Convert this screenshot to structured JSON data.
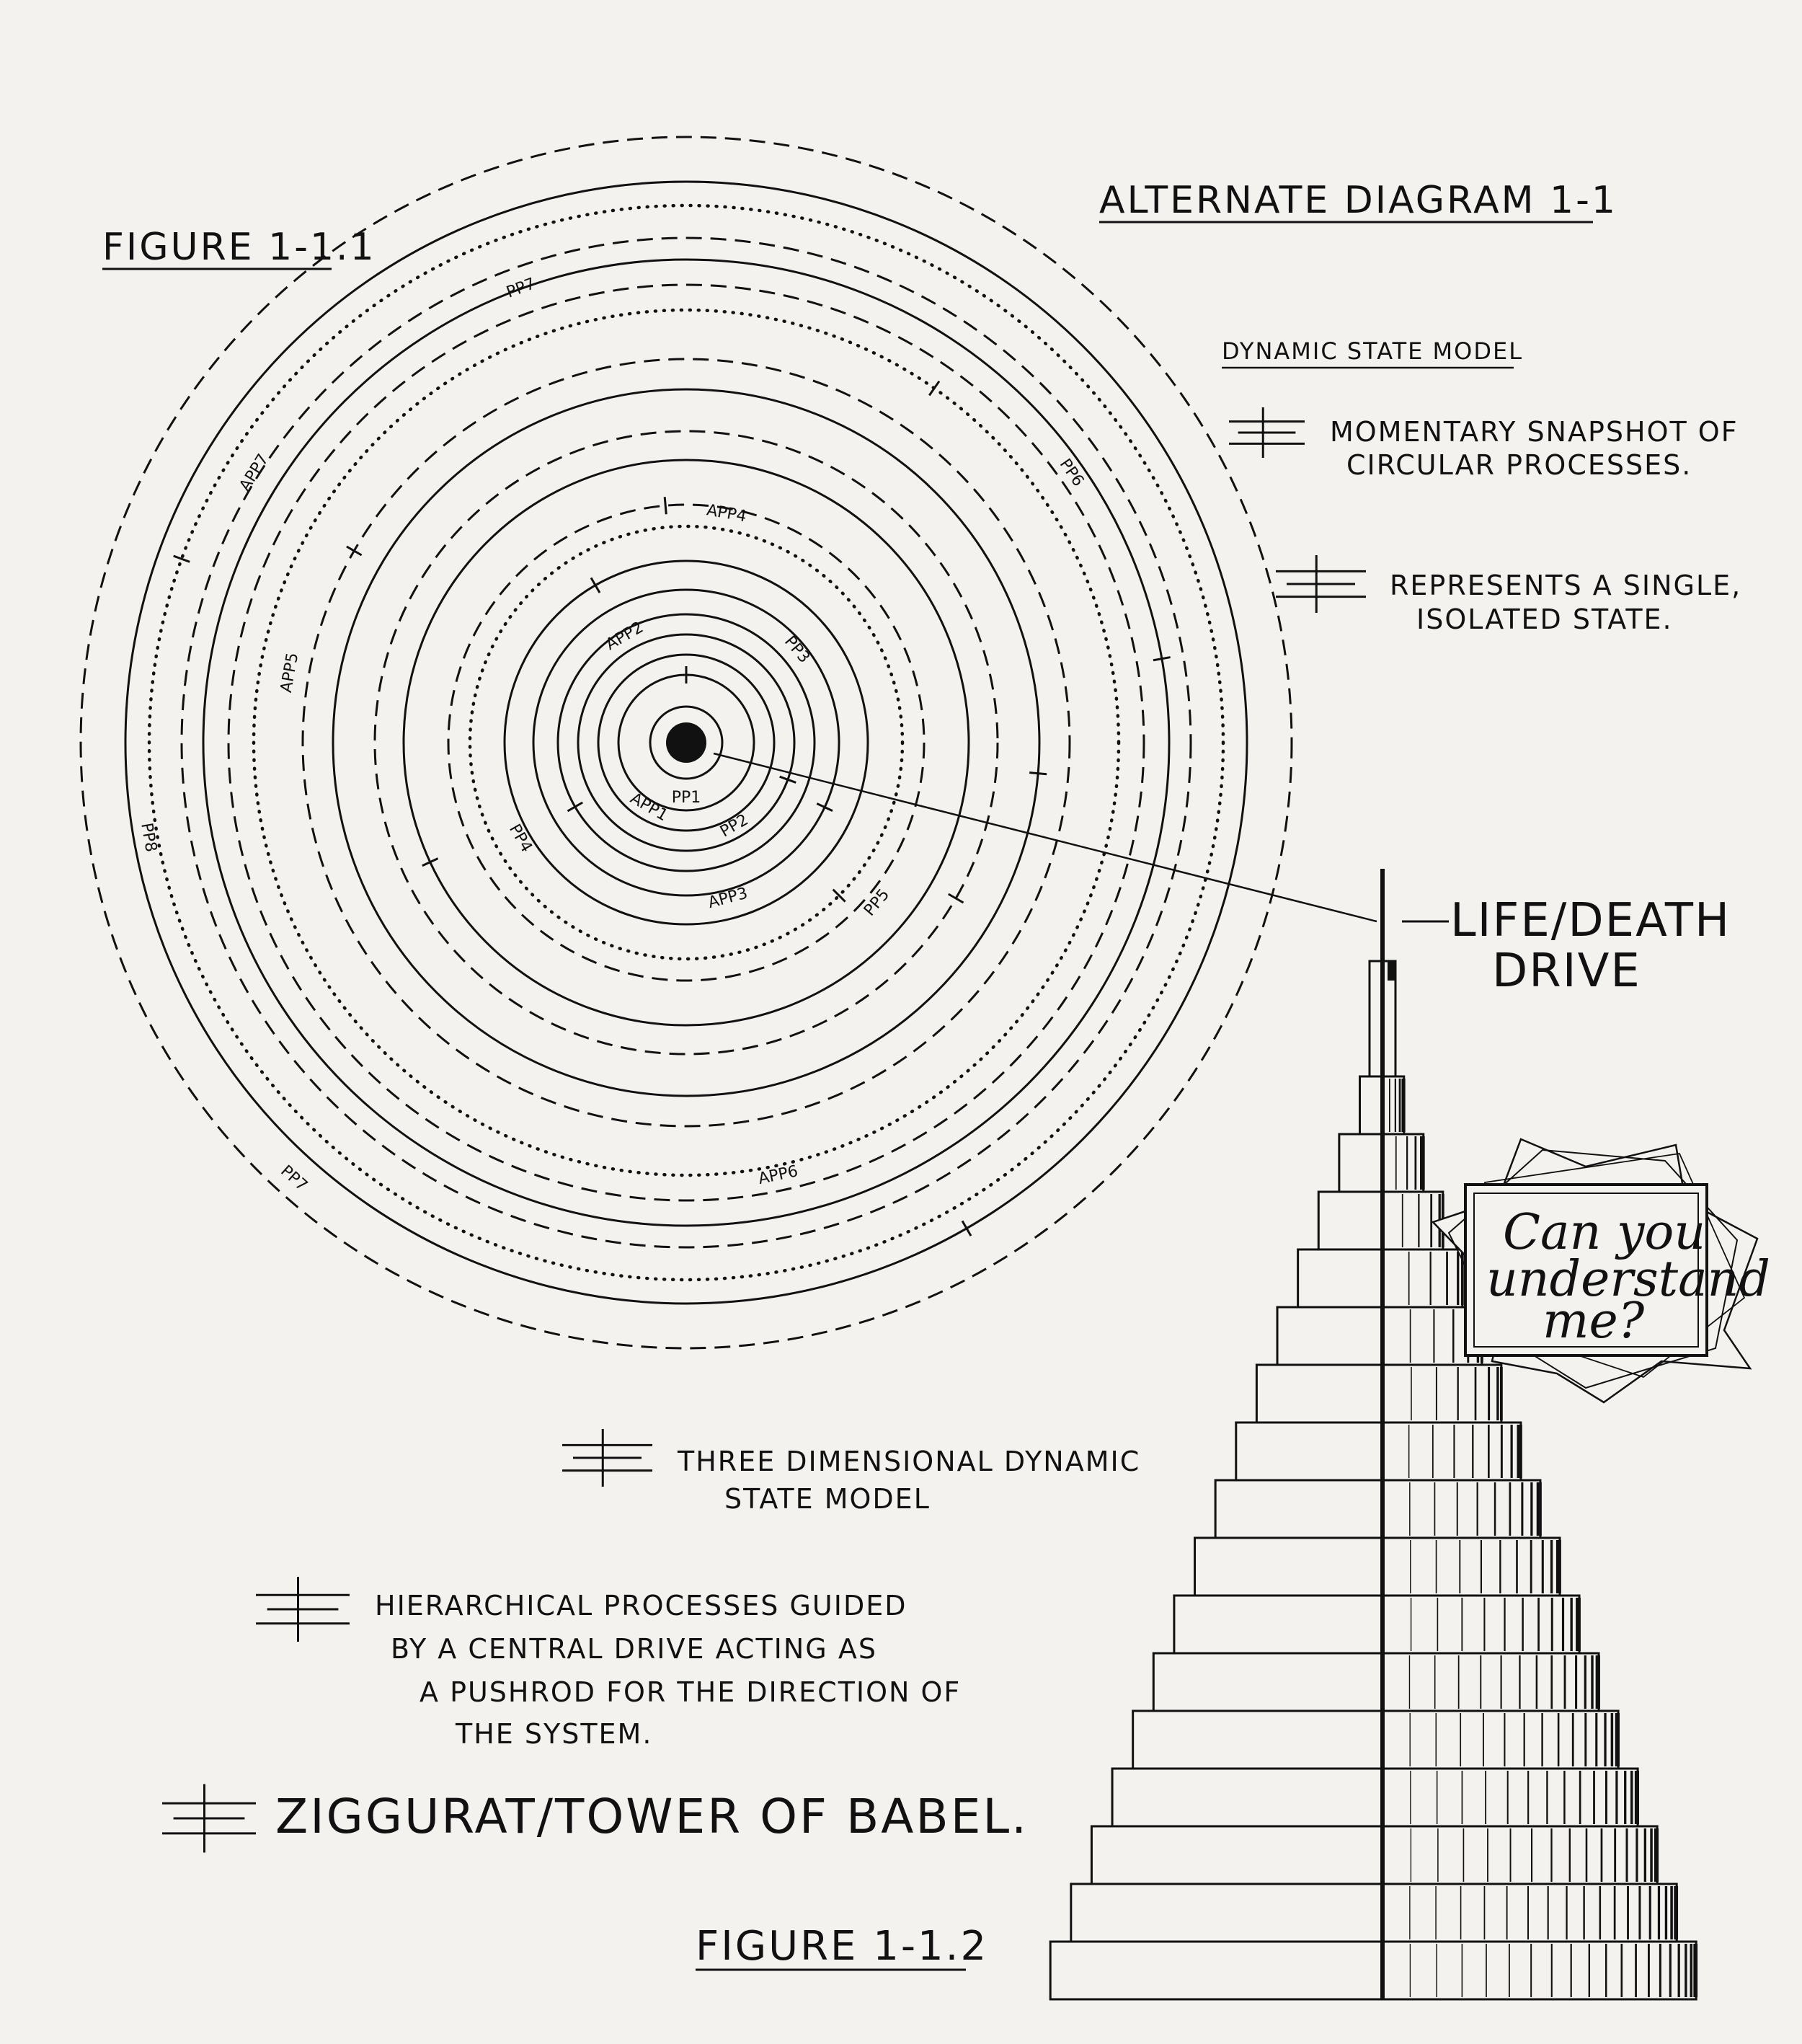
{
  "header": {
    "alternate_title": "ALTERNATE DIAGRAM 1-1",
    "figure_top": "FIGURE 1-1.1",
    "figure_bottom": "FIGURE 1-1.2"
  },
  "legend": {
    "title": "DYNAMIC STATE MODEL",
    "item1_line1": "MOMENTARY SNAPSHOT OF",
    "item1_line2": "CIRCULAR PROCESSES.",
    "item2_line1": "REPRESENTS A SINGLE,",
    "item2_line2": "ISOLATED STATE."
  },
  "rings": {
    "labels": [
      "PP1",
      "APP1",
      "PP2",
      "APP2",
      "PP3",
      "APP3",
      "PP4",
      "APP4",
      "PP5",
      "APP5",
      "PP6",
      "APP6",
      "PP7",
      "APP7",
      "PP8",
      "PP7"
    ]
  },
  "drive": {
    "line1": "LIFE/DEATH",
    "line2": "DRIVE"
  },
  "notes": {
    "three_d_line1": "THREE DIMENSIONAL DYNAMIC",
    "three_d_line2": "STATE MODEL",
    "hier_line1": "HIERARCHICAL PROCESSES GUIDED",
    "hier_line2": "BY A CENTRAL DRIVE ACTING AS",
    "hier_line3": "A PUSHROD FOR THE DIRECTION OF",
    "hier_line4": "THE SYSTEM.",
    "ziggurat": "ZIGGURAT/TOWER OF BABEL."
  },
  "speech": {
    "line1": "Can you",
    "line2": "understand",
    "line3": "me?"
  }
}
